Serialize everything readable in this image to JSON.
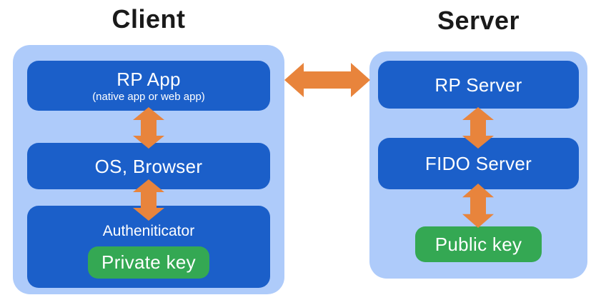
{
  "diagram": {
    "client": {
      "title": "Client",
      "rp_app": {
        "title": "RP App",
        "subtitle": "(native app or web app)"
      },
      "os_browser": {
        "title": "OS, Browser"
      },
      "authenticator": {
        "title": "Autheniticator",
        "key_label": "Private key"
      }
    },
    "server": {
      "title": "Server",
      "rp_server": {
        "title": "RP Server"
      },
      "fido_server": {
        "title": "FIDO Server"
      },
      "public_key_label": "Public key"
    },
    "colors": {
      "panel_bg": "#aecbfa",
      "box_bg": "#1b5fc9",
      "key_bg": "#34a853",
      "arrow": "#e8843c",
      "title_text": "#1a1a1a",
      "box_text": "#ffffff"
    }
  }
}
